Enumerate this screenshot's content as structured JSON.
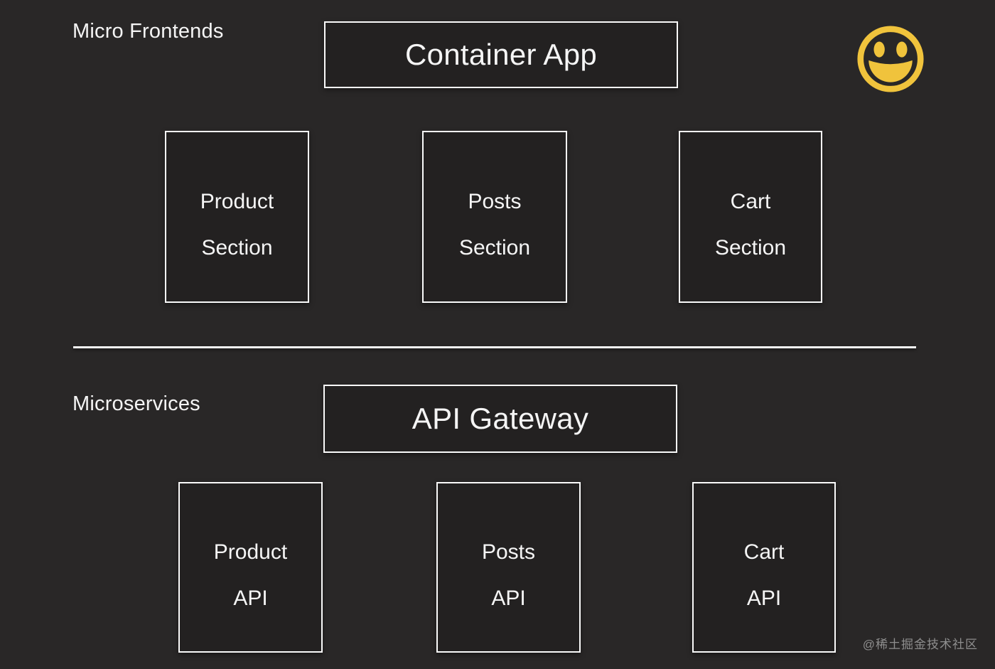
{
  "colors": {
    "background": "#292727",
    "box_fill": "#232121",
    "stroke": "#fafafa",
    "text": "#f5f5f5",
    "accent_yellow": "#f0c33c",
    "watermark_gray": "#8e8e8e"
  },
  "frontends": {
    "label": "Micro Frontends",
    "container": "Container App",
    "boxes": [
      {
        "line1": "Product",
        "line2": "Section"
      },
      {
        "line1": "Posts",
        "line2": "Section"
      },
      {
        "line1": "Cart",
        "line2": "Section"
      }
    ]
  },
  "microservices": {
    "label": "Microservices",
    "container": "API Gateway",
    "boxes": [
      {
        "line1": "Product",
        "line2": "API"
      },
      {
        "line1": "Posts",
        "line2": "API"
      },
      {
        "line1": "Cart",
        "line2": "API"
      }
    ]
  },
  "watermark": "@稀土掘金技术社区"
}
